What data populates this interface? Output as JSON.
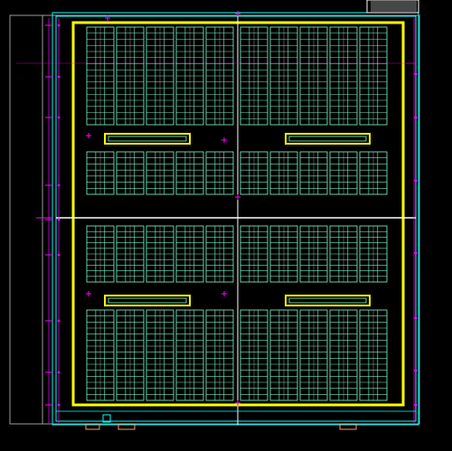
{
  "drawing": {
    "background": "#000000",
    "colors": {
      "boundary": "#ffff00",
      "rack": "#7fffd4",
      "rack_divider": "#ffffff",
      "dimension": "#ff00ff",
      "frame": "#9a9a9a",
      "outer_wall": "#00ffff",
      "fixture": "#ff9966"
    },
    "icons": {
      "title_block": "title-block-icon",
      "column_marker": "column-marker-icon",
      "equipment_pad": "equipment-pad-icon"
    },
    "layout": {
      "quadrants": 4,
      "rack_groups_per_quadrant": 5,
      "highlighted_bars": 4,
      "rack_rows_per_group_upper": 16,
      "rack_rows_per_group_lower": 7
    }
  }
}
